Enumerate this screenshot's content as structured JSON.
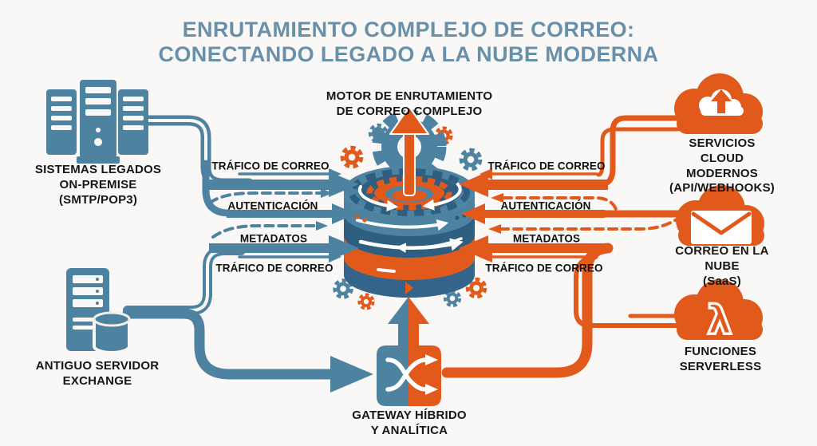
{
  "title": {
    "line1": "ENRUTAMIENTO COMPLEJO DE CORREO:",
    "line2": "CONECTANDO LEGADO A LA NUBE MODERNA"
  },
  "nodes": {
    "legacy": {
      "label": "SISTEMAS LEGADOS\nON-PREMISE\n(SMTP/POP3)"
    },
    "exchange": {
      "label": "ANTIGUO SERVIDOR\nEXCHANGE"
    },
    "engine": {
      "label": "MOTOR DE ENRUTAMIENTO\nDE CORREO COMPLEJO"
    },
    "cloud_services": {
      "label": "SERVICIOS CLOUD\nMODERNOS\n(API/WEBHOOKS)"
    },
    "cloud_mail": {
      "label": "CORREO EN LA NUBE\n(SaaS)"
    },
    "serverless": {
      "label": "FUNCIONES\nSERVERLESS"
    },
    "gateway": {
      "label": "GATEWAY HÍBRIDO\nY ANALÍTICA"
    }
  },
  "flows": {
    "left": [
      "TRÁFICO DE CORREO",
      "AUTENTICACIÓN",
      "METADATOS",
      "TRÁFICO DE CORREO"
    ],
    "right": [
      "TRÁFICO DE CORREO",
      "AUTENTICACIÓN",
      "METADATOS",
      "TRÁFICO DE CORREO"
    ]
  },
  "icons": {
    "legacy": "server-rack-icon",
    "exchange": "server-database-icon",
    "engine": "gear-cylinder-icon",
    "cloud_services": "cloud-upload-icon",
    "cloud_mail": "cloud-envelope-icon",
    "serverless": "cloud-lambda-icon",
    "gateway": "shuffle-arrows-icon"
  },
  "colors": {
    "blue": "#4e82a1",
    "blue_dark": "#2e5f80",
    "orange": "#e2591c",
    "title_blue": "#6890a8",
    "background": "#faf8f6",
    "label_text": "#161616"
  }
}
